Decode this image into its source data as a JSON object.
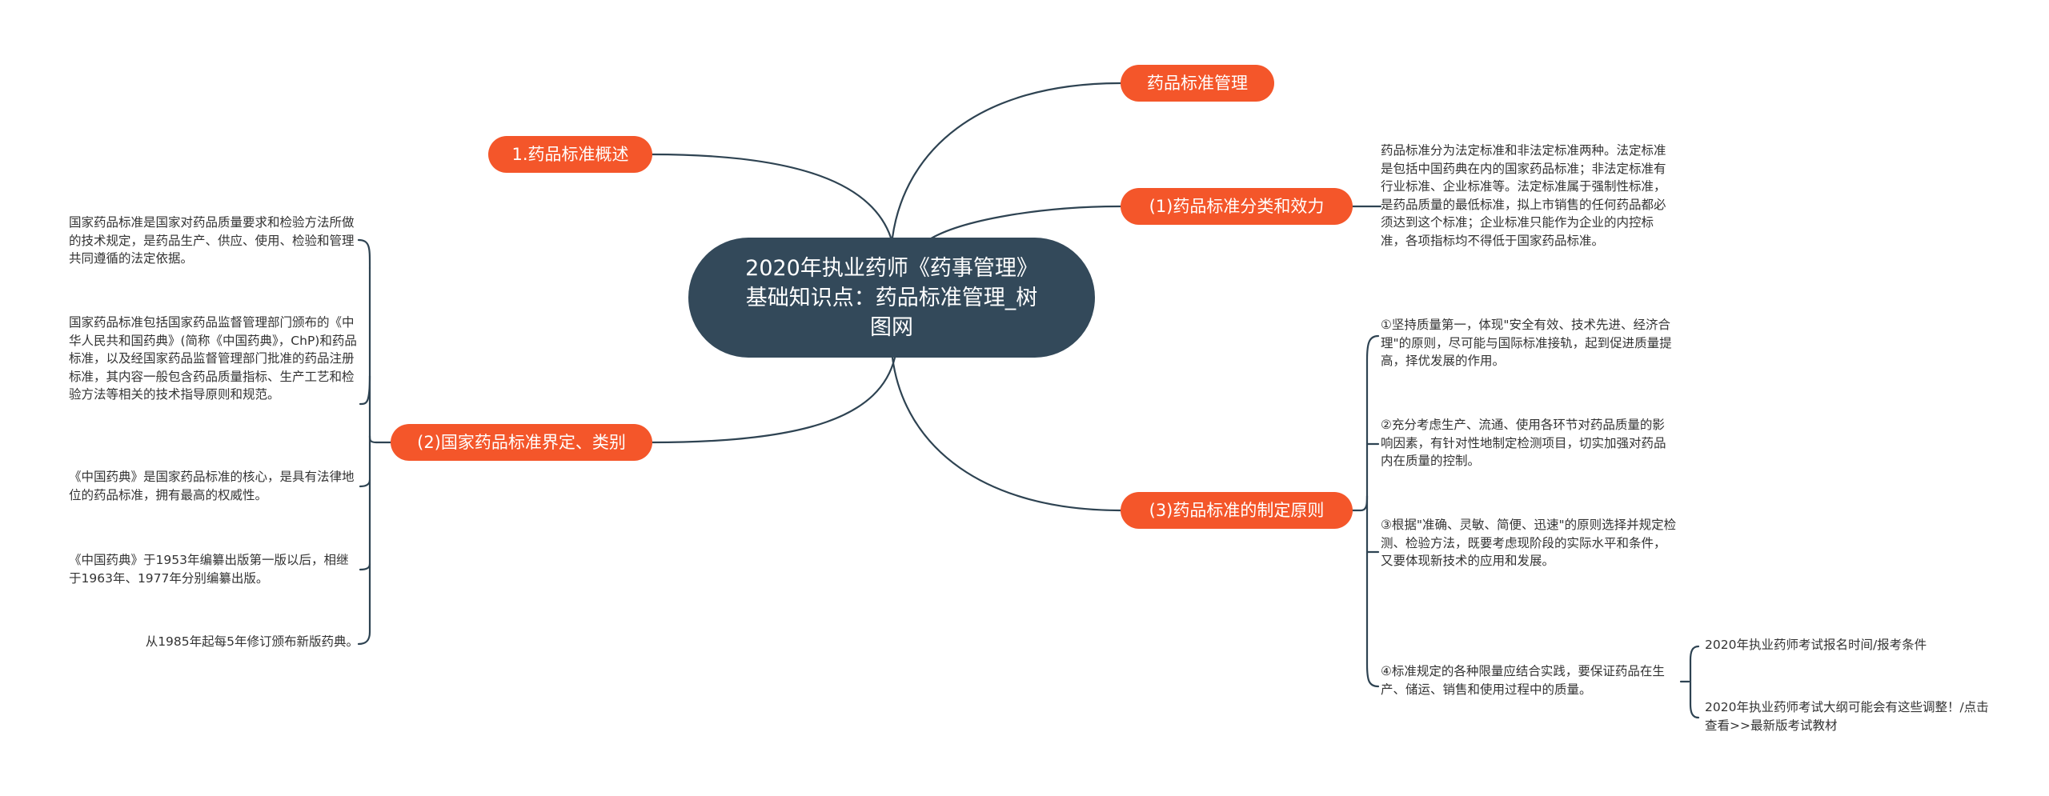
{
  "center": {
    "title": "2020年执业药师《药事管理》基础知识点：药品标准管理_树图网"
  },
  "branches": {
    "overview": "1.药品标准概述",
    "definition": "(2)国家药品标准界定、类别",
    "management": "药品标准管理",
    "classification": "(1)药品标准分类和效力",
    "principles": "(3)药品标准的制定原则"
  },
  "notes": {
    "classification_detail": "药品标准分为法定标准和非法定标准两种。法定标准是包括中国药典在内的国家药品标准；非法定标准有行业标准、企业标准等。法定标准属于强制性标准，是药品质量的最低标准，拟上市销售的任何药品都必须达到这个标准；企业标准只能作为企业的内控标准，各项指标均不得低于国家药品标准。",
    "definition_1": "国家药品标准是国家对药品质量要求和检验方法所做的技术规定，是药品生产、供应、使用、检验和管理共同遵循的法定依据。",
    "definition_2": "国家药品标准包括国家药品监督管理部门颁布的《中华人民共和国药典》(简称《中国药典》，ChP)和药品标准，以及经国家药品监督管理部门批准的药品注册标准，其内容一般包含药品质量指标、生产工艺和检验方法等相关的技术指导原则和规范。",
    "definition_3": "《中国药典》是国家药品标准的核心，是具有法律地位的药品标准，拥有最高的权威性。",
    "definition_4": "《中国药典》于1953年编纂出版第一版以后，相继于1963年、1977年分别编纂出版。",
    "definition_5": "从1985年起每5年修订颁布新版药典。",
    "principle_1": "①坚持质量第一，体现\"安全有效、技术先进、经济合理\"的原则，尽可能与国际标准接轨，起到促进质量提高，择优发展的作用。",
    "principle_2": "②充分考虑生产、流通、使用各环节对药品质量的影响因素，有针对性地制定检测项目，切实加强对药品内在质量的控制。",
    "principle_3": "③根据\"准确、灵敏、简便、迅速\"的原则选择并规定检测、检验方法，既要考虑现阶段的实际水平和条件，又要体现新技术的应用和发展。",
    "principle_4": "④标准规定的各种限量应结合实践，要保证药品在生产、储运、销售和使用过程中的质量。",
    "link_1": "2020年执业药师考试报名时间/报考条件",
    "link_2": "2020年执业药师考试大纲可能会有这些调整！/点击查看>>最新版考试教材"
  }
}
